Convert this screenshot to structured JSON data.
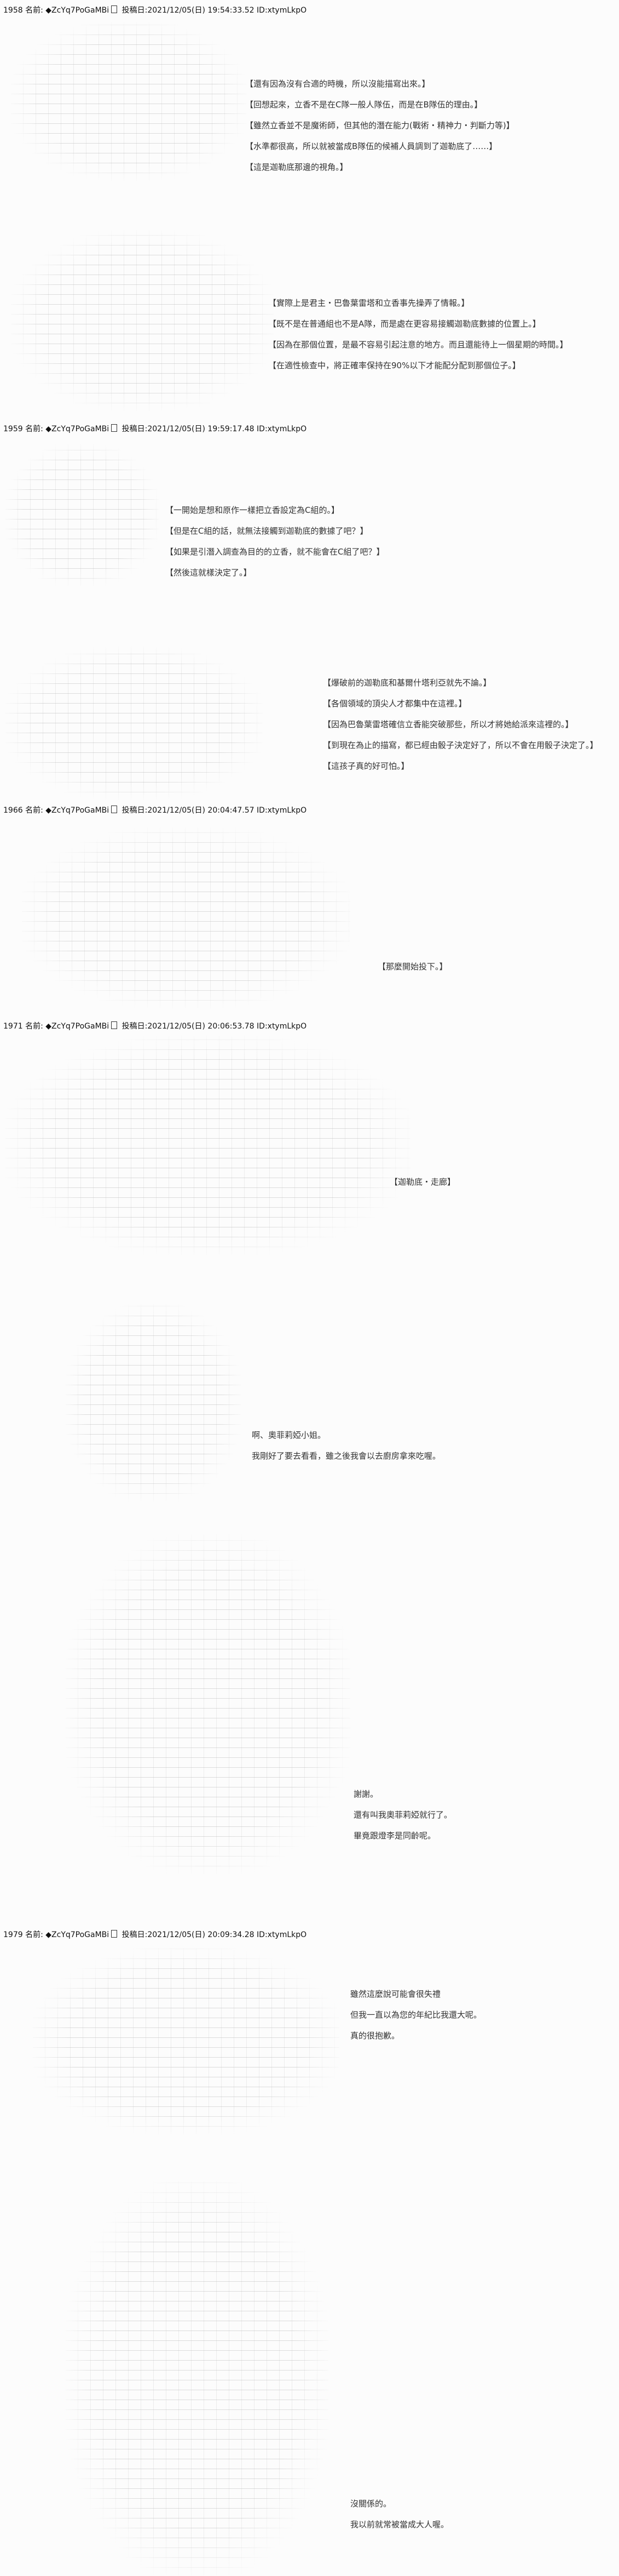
{
  "posts": [
    {
      "header": {
        "number": "1958",
        "name_label": "名前:",
        "trip": "◆ZcYq7PoGaMBi",
        "date_label": "投稿日:",
        "datetime": "2021/12/05(日) 19:54:33.52",
        "id": "ID:xtymLkpO"
      },
      "blocks": [
        [
          "【還有因為沒有合適的時機，所以沒能描寫出來。】",
          "【回想起來，立香不是在C隊一般人隊伍，而是在B隊伍的理由。】",
          "【雖然立香並不是魔術師，但其他的潛在能力(戰術・精神力・判斷力等)】",
          "【水準都很高，所以就被當成B隊伍的候補人員調到了迦勒底了……】",
          "【這是迦勒底那邊的視角。】"
        ],
        [
          "【實際上是君主・巴魯葉雷塔和立香事先操弄了情報。】",
          "【既不是在普通組也不是A隊，而是處在更容易接觸迦勒底數據的位置上。】",
          "【因為在那個位置，是最不容易引起注意的地方。而且還能待上一個星期的時間。】",
          "【在適性檢查中，將正確率保持在90%以下才能配分配到那個位子。】"
        ]
      ]
    },
    {
      "header": {
        "number": "1959",
        "name_label": "名前:",
        "trip": "◆ZcYq7PoGaMBi",
        "date_label": "投稿日:",
        "datetime": "2021/12/05(日) 19:59:17.48",
        "id": "ID:xtymLkpO"
      },
      "blocks": [
        [
          "【一開始是想和原作一樣把立香設定為C組的。】",
          "【但是在C組的話，就無法接觸到迦勒底的數據了吧？】",
          "【如果是引潛入調查為目的的立香，就不能會在C組了吧？】",
          "【然後這就樣決定了。】"
        ],
        [
          "【爆破前的迦勒底和基爾什塔利亞就先不論。】",
          "【各個領域的頂尖人才都集中在這裡。】",
          "【因為巴魯葉雷塔確信立香能突破那些，所以才將她給派來這裡的。】",
          "【到現在為止的描寫，都已經由骰子決定好了，所以不會在用骰子決定了。】",
          "【這孩子真的好可怕。】"
        ]
      ]
    },
    {
      "header": {
        "number": "1966",
        "name_label": "名前:",
        "trip": "◆ZcYq7PoGaMBi",
        "date_label": "投稿日:",
        "datetime": "2021/12/05(日) 20:04:47.57",
        "id": "ID:xtymLkpO"
      },
      "blocks": [
        [
          "【那麼開始投下。】"
        ]
      ]
    },
    {
      "header": {
        "number": "1971",
        "name_label": "名前:",
        "trip": "◆ZcYq7PoGaMBi",
        "date_label": "投稿日:",
        "datetime": "2021/12/05(日) 20:06:53.78",
        "id": "ID:xtymLkpO"
      },
      "blocks": [
        [
          "【迦勒底・走廊】"
        ],
        [
          "啊、奧菲莉婭小姐。",
          "我剛好了要去看看，雖之後我會以去廚房拿來吃喔。"
        ],
        [
          "謝謝。",
          "還有叫我奧菲莉婭就行了。",
          "畢竟跟燈李是同齡呢。"
        ]
      ]
    },
    {
      "header": {
        "number": "1979",
        "name_label": "名前:",
        "trip": "◆ZcYq7PoGaMBi",
        "date_label": "投稿日:",
        "datetime": "2021/12/05(日) 20:09:34.28",
        "id": "ID:xtymLkpO"
      },
      "blocks": [
        [
          "雖然這麼說可能會很失禮",
          "但我一直以為您的年紀比我還大呢。",
          "真的很抱歉。"
        ],
        [
          "沒關係的。",
          "我以前就常被當成大人喔。"
        ]
      ]
    }
  ]
}
